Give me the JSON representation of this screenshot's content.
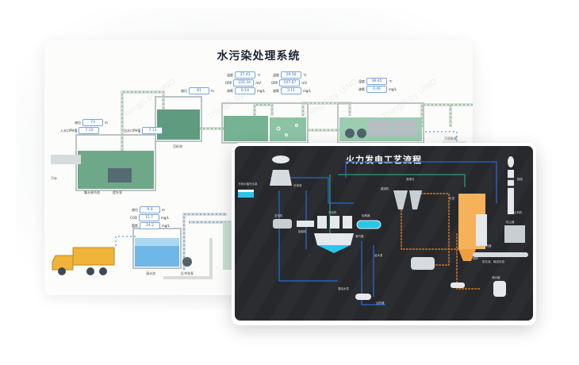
{
  "water_system": {
    "title": "水污染处理系统",
    "watermark": "ThingJS by UINO",
    "readings": {
      "level_1": {
        "label": "液位",
        "value": "73",
        "unit": "m"
      },
      "inlet_ph": {
        "label": "入水口PH值",
        "value": "7.10",
        "unit": ""
      },
      "outlet_ph": {
        "label": "出水口PH值",
        "value": "7.13",
        "unit": ""
      },
      "level_2": {
        "label": "液位",
        "value": "81",
        "unit": "m"
      },
      "temp_1": {
        "label": "温度",
        "value": "37.43",
        "unit": "℃"
      },
      "orp_1": {
        "label": "ORP",
        "value": "-335.34",
        "unit": "mV"
      },
      "do_1": {
        "label": "溶氧",
        "value": "0.14",
        "unit": "mg/L"
      },
      "temp_2": {
        "label": "温度",
        "value": "29.56",
        "unit": "℃"
      },
      "orp_2": {
        "label": "ORP",
        "value": "107.67",
        "unit": "mV"
      },
      "do_2": {
        "label": "溶氧",
        "value": "3.11",
        "unit": "mg/L"
      },
      "temp_3": {
        "label": "温度",
        "value": "38.45",
        "unit": "℃"
      },
      "do_3": {
        "label": "溶氧",
        "value": "0.46",
        "unit": "mg/L"
      },
      "level_3": {
        "label": "液位",
        "value": "9.0",
        "unit": "m"
      },
      "cod": {
        "label": "COD",
        "value": "15.7",
        "unit": "mg/L"
      },
      "ammonia": {
        "label": "氨氮",
        "value": "24.2",
        "unit": "mg/L"
      }
    },
    "labels": {
      "sewage": "污水",
      "pump_station": "提升泵",
      "collect_pool": "集水调节池",
      "settling": "沉砂池",
      "sludge": "污泥处理",
      "clean_pool": "清水池",
      "backwash_pump": "反冲洗泵"
    }
  },
  "power_plant": {
    "title": "火力发电工艺流程",
    "labels": {
      "cooling_tower": "冷却塔",
      "circ_pump": "冷却水循环水泵",
      "generator": "发电机",
      "exciter": "励磁机",
      "turbine": "汽轮机",
      "condenser": "凝汽器",
      "deaerator": "除氧器",
      "feed_pump": "给水泵",
      "condensate_pump": "凝结水泵",
      "heater": "加热器",
      "coal_mill": "磨煤机",
      "coal_bunker": "原煤仓",
      "boiler": "锅炉",
      "chimney": "烟囱",
      "induced_fan": "引风机",
      "precipitator": "除尘器",
      "ash": "灰渣",
      "conveyor": "除灰渣、输送系统",
      "air_preheater": "空气预热器",
      "water_tank": "储水罐"
    },
    "colors": {
      "steam": "#2b5fb4",
      "water": "#2a8a6e",
      "coal": "#c8742a",
      "accent": "#29c6ea",
      "boiler": "#f5b25a"
    }
  }
}
